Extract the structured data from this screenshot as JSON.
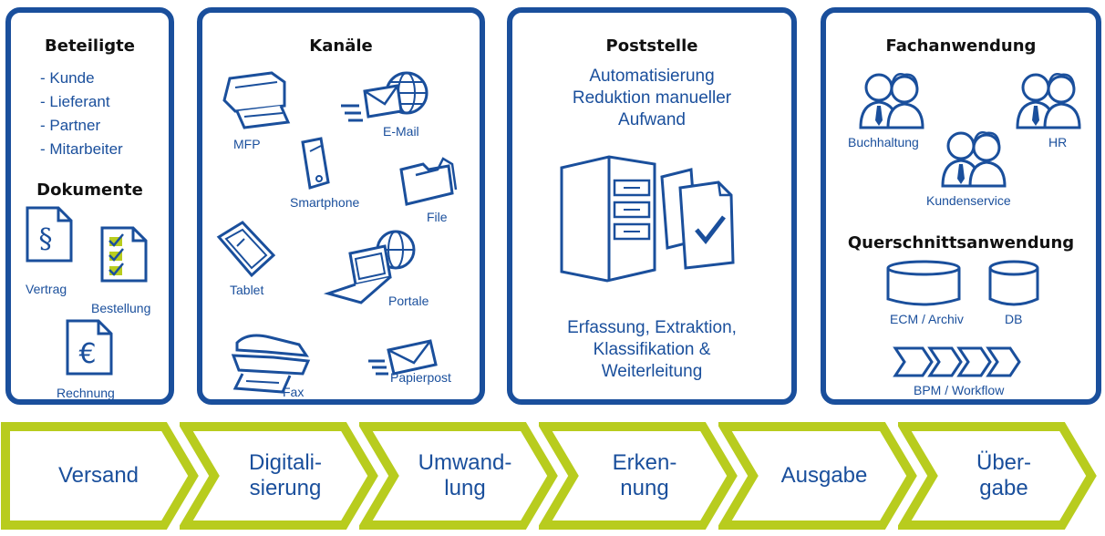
{
  "colors": {
    "primary": "#1a4f9c",
    "accent": "#b8cc1e",
    "icon_stroke": "#1a4f9c"
  },
  "panel1": {
    "heading1": "Beteiligte",
    "items": [
      "- Kunde",
      "- Lieferant",
      "- Partner",
      "- Mitarbeiter"
    ],
    "heading2": "Dokumente",
    "docs": {
      "vertrag": "Vertrag",
      "bestellung": "Bestellung",
      "rechnung": "Rechnung"
    }
  },
  "panel2": {
    "heading": "Kanäle",
    "channels": {
      "mfp": "MFP",
      "email": "E-Mail",
      "smartphone": "Smartphone",
      "file": "File",
      "tablet": "Tablet",
      "portale": "Portale",
      "fax": "Fax",
      "papierpost": "Papierpost"
    }
  },
  "panel3": {
    "heading": "Poststelle",
    "top_lines": [
      "Automatisierung",
      "Reduktion manueller",
      "Aufwand"
    ],
    "bottom_lines": [
      "Erfassung, Extraktion,",
      "Klassifikation &",
      "Weiterleitung"
    ]
  },
  "panel4": {
    "heading1": "Fachanwendung",
    "depts": {
      "buchhaltung": "Buchhaltung",
      "hr": "HR",
      "kundenservice": "Kundenservice"
    },
    "heading2": "Querschnittsanwendung",
    "systems": {
      "ecm": "ECM / Archiv",
      "db": "DB",
      "bpm": "BPM / Workflow"
    }
  },
  "process": [
    {
      "line1": "Versand",
      "line2": ""
    },
    {
      "line1": "Digitali-",
      "line2": "sierung"
    },
    {
      "line1": "Umwand-",
      "line2": "lung"
    },
    {
      "line1": "Erken-",
      "line2": "nung"
    },
    {
      "line1": "Ausgabe",
      "line2": ""
    },
    {
      "line1": "Über-",
      "line2": "gabe"
    }
  ]
}
